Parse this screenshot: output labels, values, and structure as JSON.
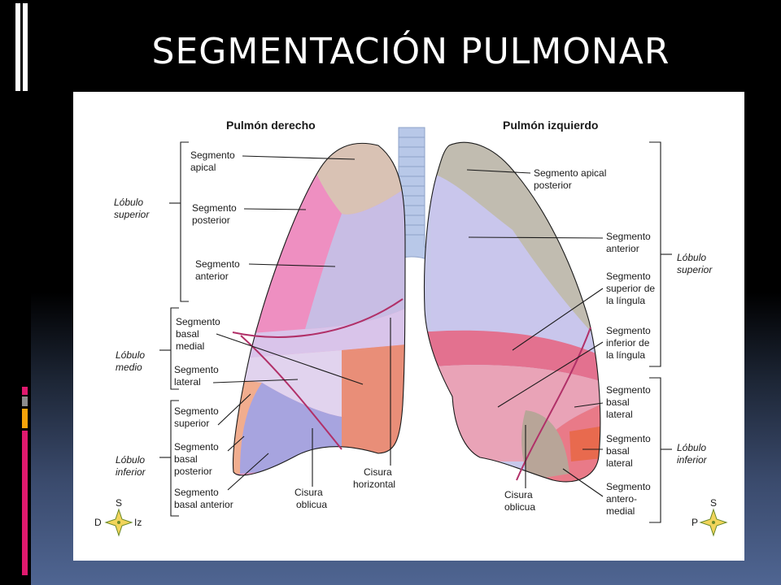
{
  "slide": {
    "title": "SEGMENTACIÓN PULMONAR",
    "colors": {
      "background_top": "#000000",
      "background_bottom": "#4f6592",
      "accent_pink": "#e0196e",
      "accent_orange": "#f5a30a",
      "accent_gray": "#8c8c8c"
    }
  },
  "figure": {
    "right_lung_title": "Pulmón derecho",
    "left_lung_title": "Pulmón izquierdo",
    "right": {
      "lobe_superior": [
        "Lóbulo",
        "superior"
      ],
      "lobe_medio": [
        "Lóbulo",
        "medio"
      ],
      "lobe_inferior": [
        "Lóbulo",
        "inferior"
      ],
      "seg_apical": [
        "Segmento",
        "apical"
      ],
      "seg_posterior": [
        "Segmento",
        "posterior"
      ],
      "seg_anterior": [
        "Segmento",
        "anterior"
      ],
      "seg_basal_medial": [
        "Segmento",
        "basal",
        "medial"
      ],
      "seg_lateral": [
        "Segmento",
        "lateral"
      ],
      "seg_superior": [
        "Segmento",
        "superior"
      ],
      "seg_basal_posterior": [
        "Segmento",
        "basal",
        "posterior"
      ],
      "seg_basal_anterior": [
        "Segmento",
        "basal anterior"
      ],
      "cisura_oblicua": [
        "Cisura",
        "oblicua"
      ],
      "cisura_horizontal": [
        "Cisura",
        "horizontal"
      ]
    },
    "left": {
      "lobe_superior": [
        "Lóbulo",
        "superior"
      ],
      "lobe_inferior": [
        "Lóbulo",
        "inferior"
      ],
      "seg_apical_posterior": [
        "Segmento apical",
        "posterior"
      ],
      "seg_anterior": [
        "Segmento",
        "anterior"
      ],
      "seg_superior_lingula": [
        "Segmento",
        "superior de",
        "la língula"
      ],
      "seg_inferior_lingula": [
        "Segmento",
        "inferior de",
        "la língula"
      ],
      "seg_basal_lateral_1": [
        "Segmento",
        "basal",
        "lateral"
      ],
      "seg_basal_lateral_2": [
        "Segmento",
        "basal",
        "lateral"
      ],
      "seg_antero_medial": [
        "Segmento",
        "antero-",
        "medial"
      ],
      "cisura_oblicua": [
        "Cisura",
        "oblicua"
      ]
    },
    "compass_right_lung": {
      "top": "S",
      "left": "D",
      "right": "Iz"
    },
    "compass_left_lung": {
      "top": "S",
      "left": "P"
    }
  }
}
